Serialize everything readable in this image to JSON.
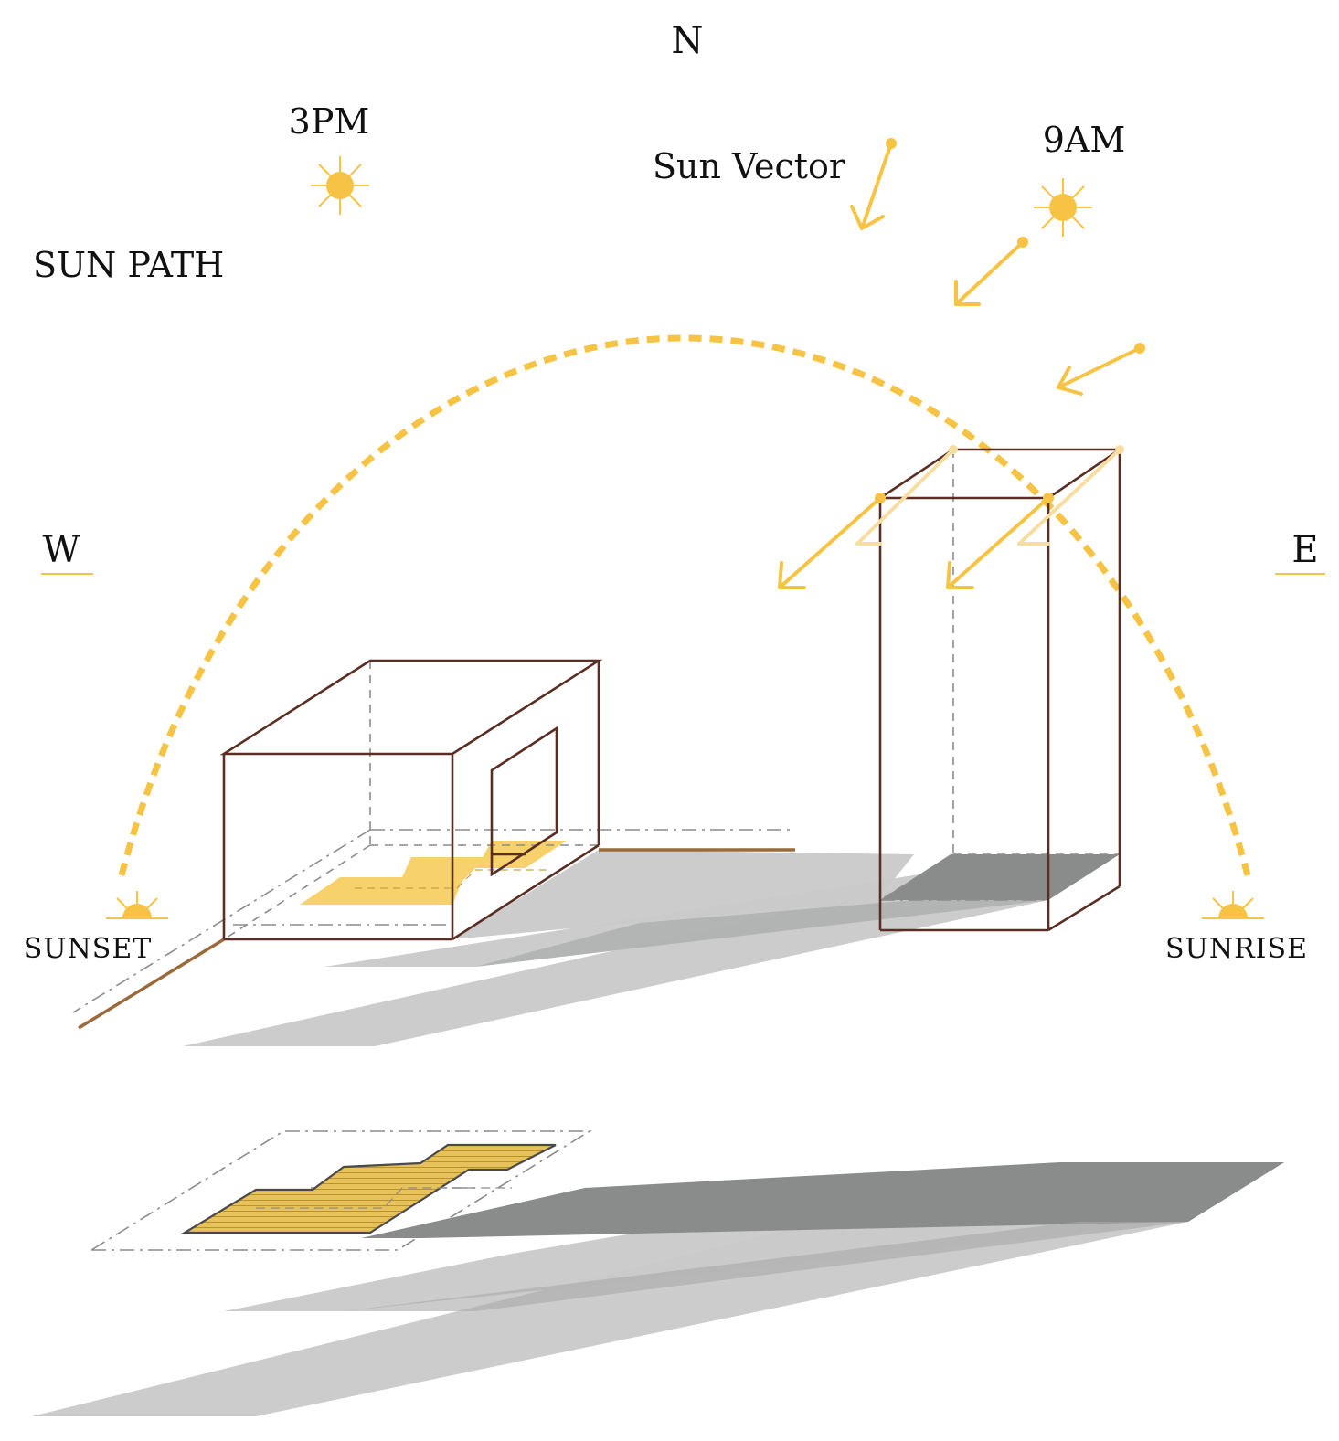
{
  "labels": {
    "north": "N",
    "west": "W",
    "east": "E",
    "time_3pm": "3PM",
    "time_9am": "9AM",
    "sun_vector": "Sun Vector",
    "sun_path": "SUN PATH",
    "sunset": "SUNSET",
    "sunrise": "SUNRISE"
  },
  "colors": {
    "sun": "#f6c344",
    "sun_path": "#f6c344",
    "building_edge": "#5a2e22",
    "ground_line": "#9a6a3a",
    "shadow_light": "#c9c9c9",
    "shadow_dark": "#8a8c8c",
    "sunlit_floor": "#f6cd5c"
  }
}
